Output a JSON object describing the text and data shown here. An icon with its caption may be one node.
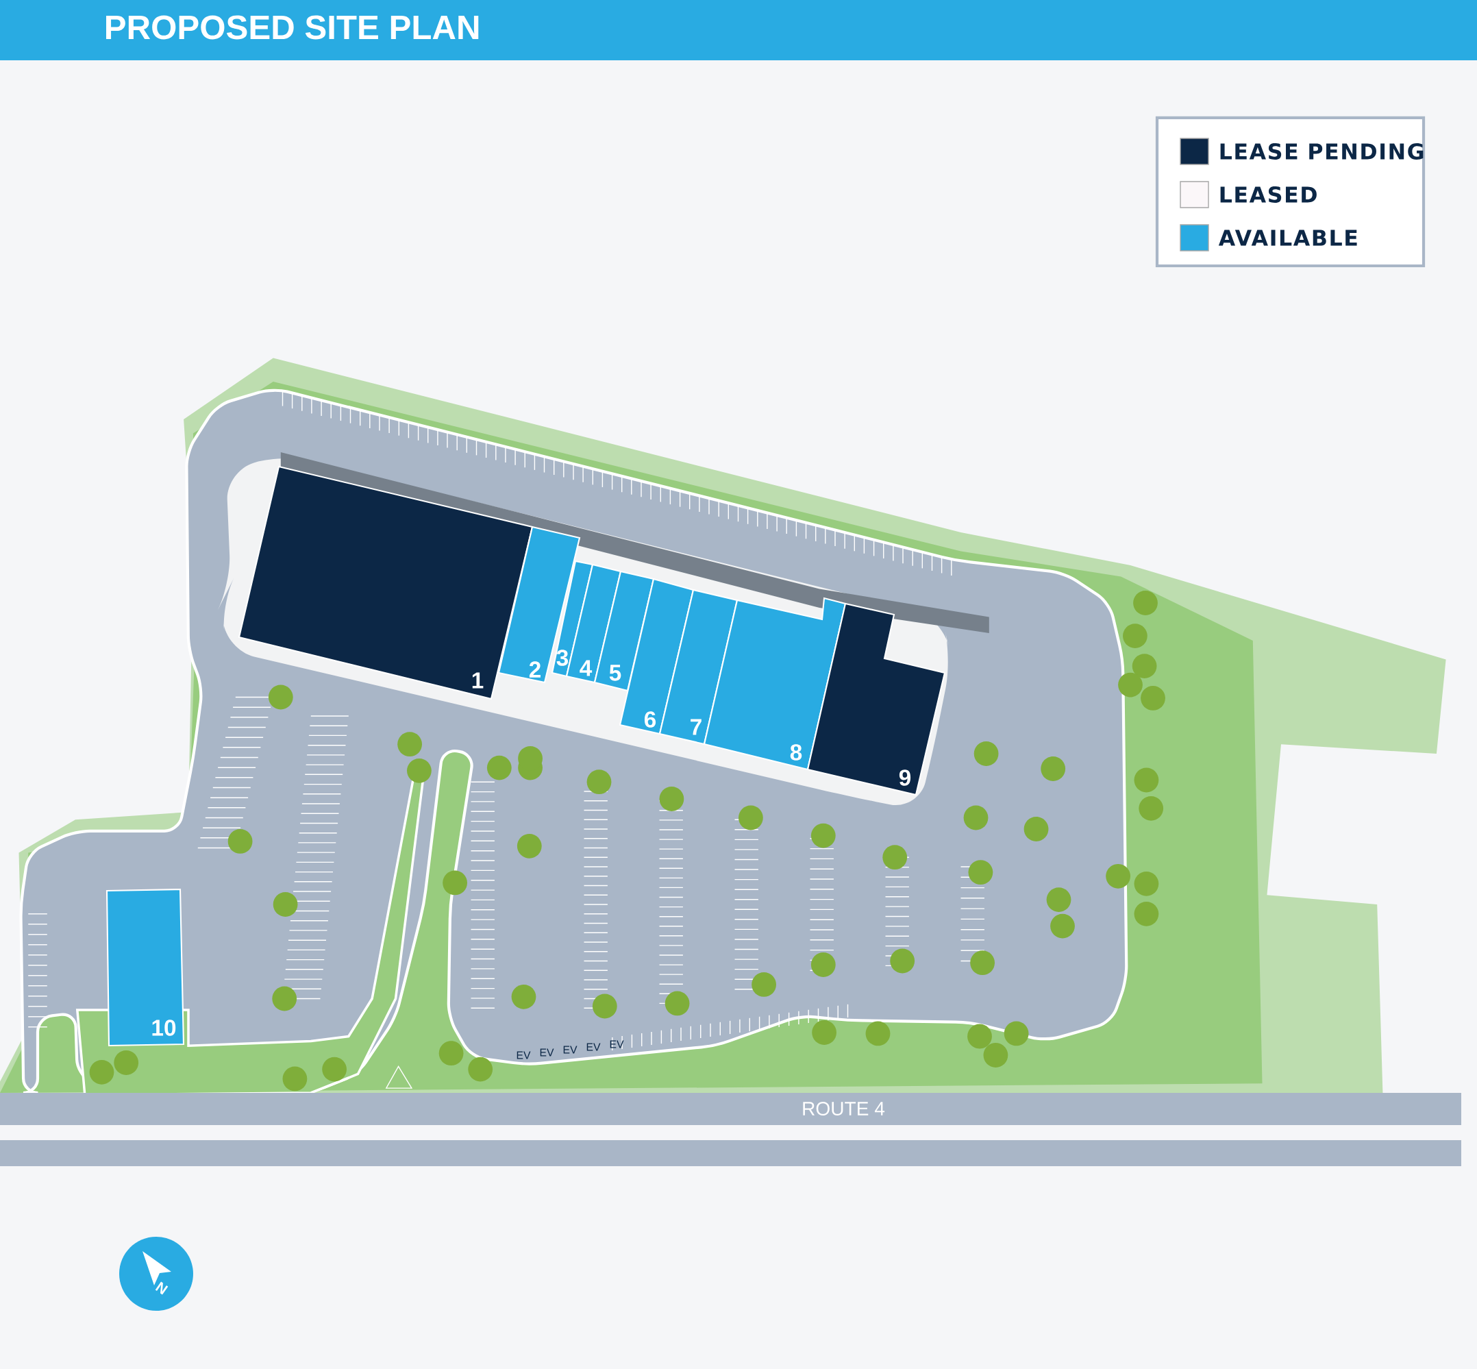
{
  "diagram": {
    "title": "PROPOSED SITE PLAN",
    "nodes": [
      {
        "text": [
          "1"
        ]
      },
      {
        "text": [
          "2"
        ]
      },
      {
        "text": [
          "3"
        ]
      },
      {
        "text": [
          "4"
        ]
      },
      {
        "text": [
          "5"
        ]
      },
      {
        "text": [
          "6"
        ]
      },
      {
        "text": [
          "7"
        ]
      },
      {
        "text": [
          "8"
        ]
      },
      {
        "text": [
          "9"
        ]
      },
      {
        "text": [
          "10"
        ]
      }
    ],
    "labels": [
      "EV",
      "EV",
      "EV",
      "EV",
      "EV",
      "ROUTE 4",
      "N"
    ],
    "legend": [
      {
        "text": "LEASE PENDING",
        "color": "#0c2746"
      },
      {
        "text": "LEASED",
        "color": "#fbf7f9"
      },
      {
        "text": "AVAILABLE",
        "color": "#29abe2"
      }
    ]
  }
}
